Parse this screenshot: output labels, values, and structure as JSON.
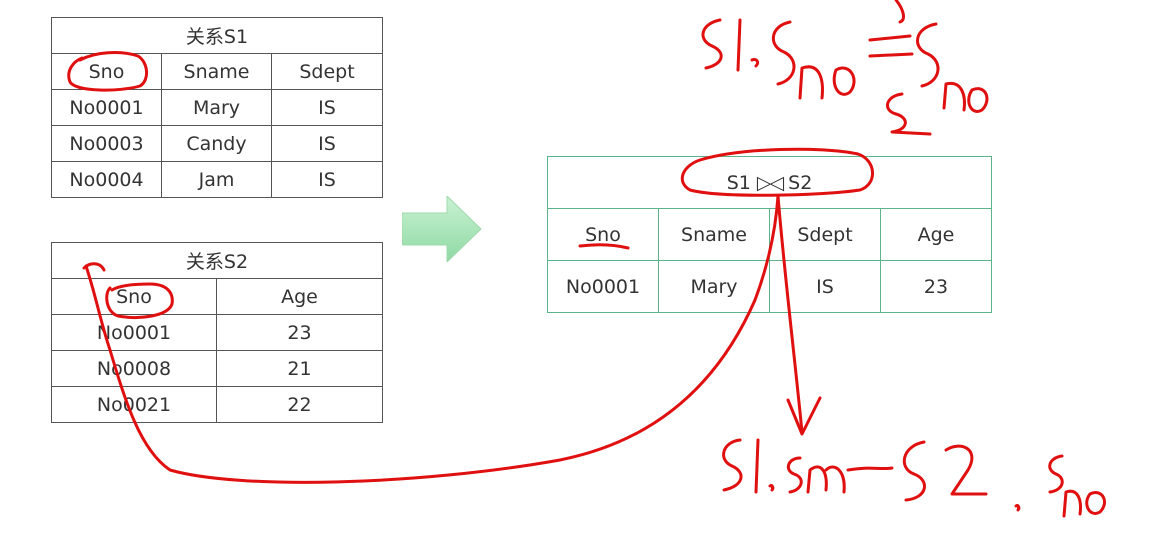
{
  "relation_s1": {
    "caption": "关系S1",
    "headers": [
      "Sno",
      "Sname",
      "Sdept"
    ],
    "rows": [
      [
        "No0001",
        "Mary",
        "IS"
      ],
      [
        "No0003",
        "Candy",
        "IS"
      ],
      [
        "No0004",
        "Jam",
        "IS"
      ]
    ]
  },
  "relation_s2": {
    "caption": "关系S2",
    "headers": [
      "Sno",
      "Age"
    ],
    "rows": [
      [
        "No0001",
        "23"
      ],
      [
        "No0008",
        "21"
      ],
      [
        "No0021",
        "22"
      ]
    ]
  },
  "result": {
    "left_operand": "S1",
    "join_symbol": "▷◁",
    "right_operand": "S2",
    "headers": [
      "Sno",
      "Sname",
      "Sdept",
      "Age"
    ],
    "rows": [
      [
        "No0001",
        "Mary",
        "IS",
        "23"
      ]
    ]
  },
  "colors": {
    "table_border": "#555555",
    "result_border": "#5cb38a",
    "arrow_fill": "#a8e6b8",
    "ink": "#e01010"
  },
  "annotations": {
    "top_right": "S1.Sno = S2.Sno",
    "bottom_right": "S1.Sno = S2.Sno"
  }
}
